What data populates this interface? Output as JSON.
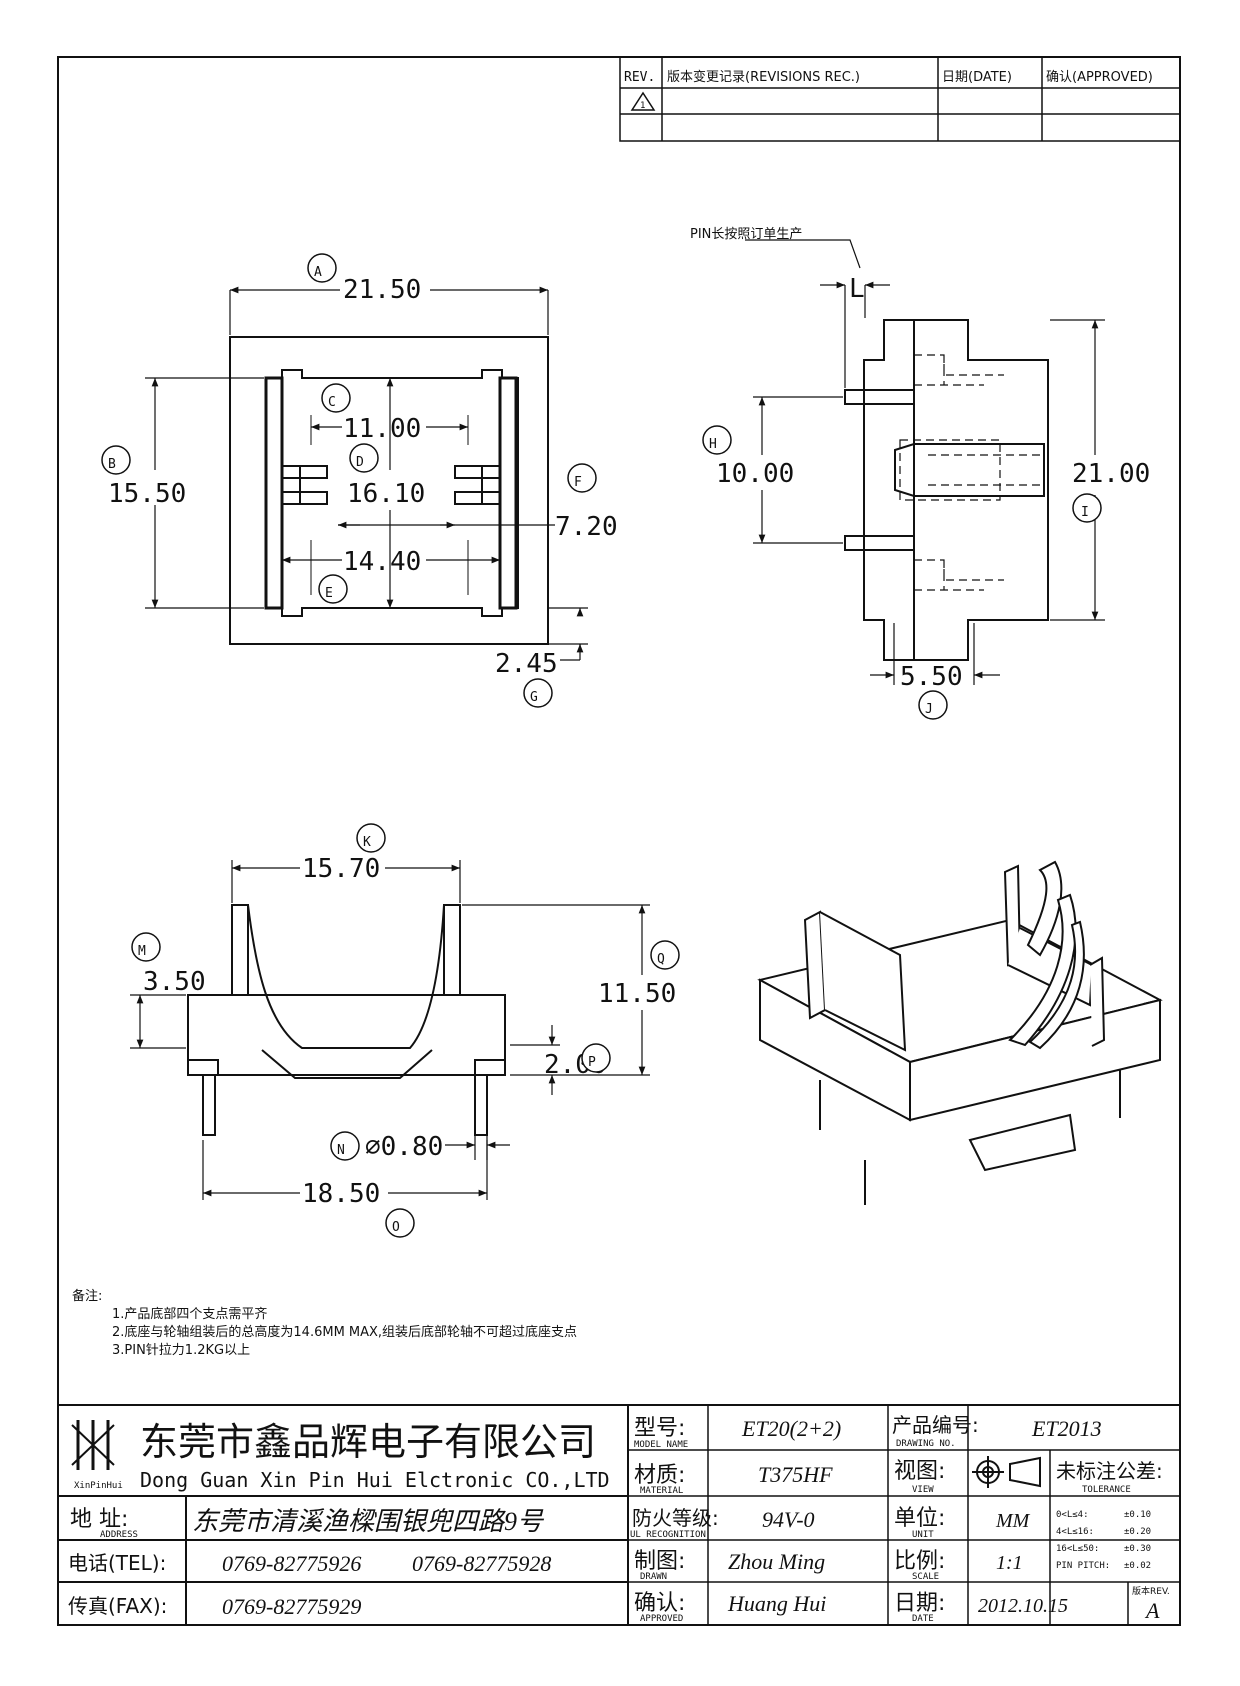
{
  "revision_table": {
    "headers": [
      "REV.",
      "版本变更记录(REVISIONS REC.)",
      "日期(DATE)",
      "确认(APPROVED)"
    ],
    "rev_mark": "1"
  },
  "top_view": {
    "A": "21.50",
    "B": "15.50",
    "C": "11.00",
    "D": "16.10",
    "E": "14.40",
    "F": "7.20",
    "G": "2.45"
  },
  "side_view": {
    "note": "PIN长按照订单生产",
    "L": "L",
    "H": "10.00",
    "I": "21.00",
    "J": "5.50"
  },
  "front_view": {
    "K": "15.70",
    "M": "3.50",
    "Q": "11.50",
    "P": "2.00",
    "N": "⌀0.80",
    "O": "18.50"
  },
  "circle_labels": [
    "A",
    "B",
    "C",
    "D",
    "E",
    "F",
    "G",
    "H",
    "I",
    "J",
    "K",
    "M",
    "Q",
    "P",
    "N",
    "O"
  ],
  "notes": {
    "title": "备注:",
    "items": [
      "1.产品底部四个支点需平齐",
      "2.底座与轮轴组装后的总高度为14.6MM MAX,组装后底部轮轴不可超过底座支点",
      "3.PIN针拉力1.2KG以上"
    ]
  },
  "title_block": {
    "company_cn": "东莞市鑫品辉电子有限公司",
    "company_en": "Dong Guan Xin Pin Hui Elctronic CO.,LTD",
    "logo_text": "XinPinHui",
    "address_label": "地 址:",
    "address_label_en": "ADDRESS",
    "address": "东莞市清溪渔樑围银兜四路9号",
    "tel_label": "电话(TEL):",
    "tel1": "0769-82775926",
    "tel2": "0769-82775928",
    "fax_label": "传真(FAX):",
    "fax": "0769-82775929",
    "model_label": "型号:",
    "model_label_en": "MODEL NAME",
    "model": "ET20(2+2)",
    "material_label": "材质:",
    "material_label_en": "MATERIAL",
    "material": "T375HF",
    "fire_label": "防火等级:",
    "fire_label_en": "UL RECOGNITION",
    "fire": "94V-0",
    "drawn_label": "制图:",
    "drawn_label_en": "DRAWN",
    "drawn": "Zhou Ming",
    "approved_label": "确认:",
    "approved_label_en": "APPROVED",
    "approved": "Huang Hui",
    "drawing_no_label": "产品编号:",
    "drawing_no_label_en": "DRAWING NO.",
    "drawing_no": "ET2013",
    "view_label": "视图:",
    "view_label_en": "VIEW",
    "unit_label": "单位:",
    "unit_label_en": "UNIT",
    "unit": "MM",
    "scale_label": "比例:",
    "scale_label_en": "SCALE",
    "scale": "1:1",
    "date_label": "日期:",
    "date_label_en": "DATE",
    "date": "2012.10.15",
    "tolerance_title": "未标注公差:",
    "tolerance_en": "TOLERANCE",
    "tolerance_rows": [
      [
        "0<L≤4:",
        "±0.10"
      ],
      [
        "4<L≤16:",
        "±0.20"
      ],
      [
        "16<L≤50:",
        "±0.30"
      ],
      [
        "PIN PITCH:",
        "±0.02"
      ]
    ],
    "rev_label": "版本REV.",
    "rev": "A"
  }
}
